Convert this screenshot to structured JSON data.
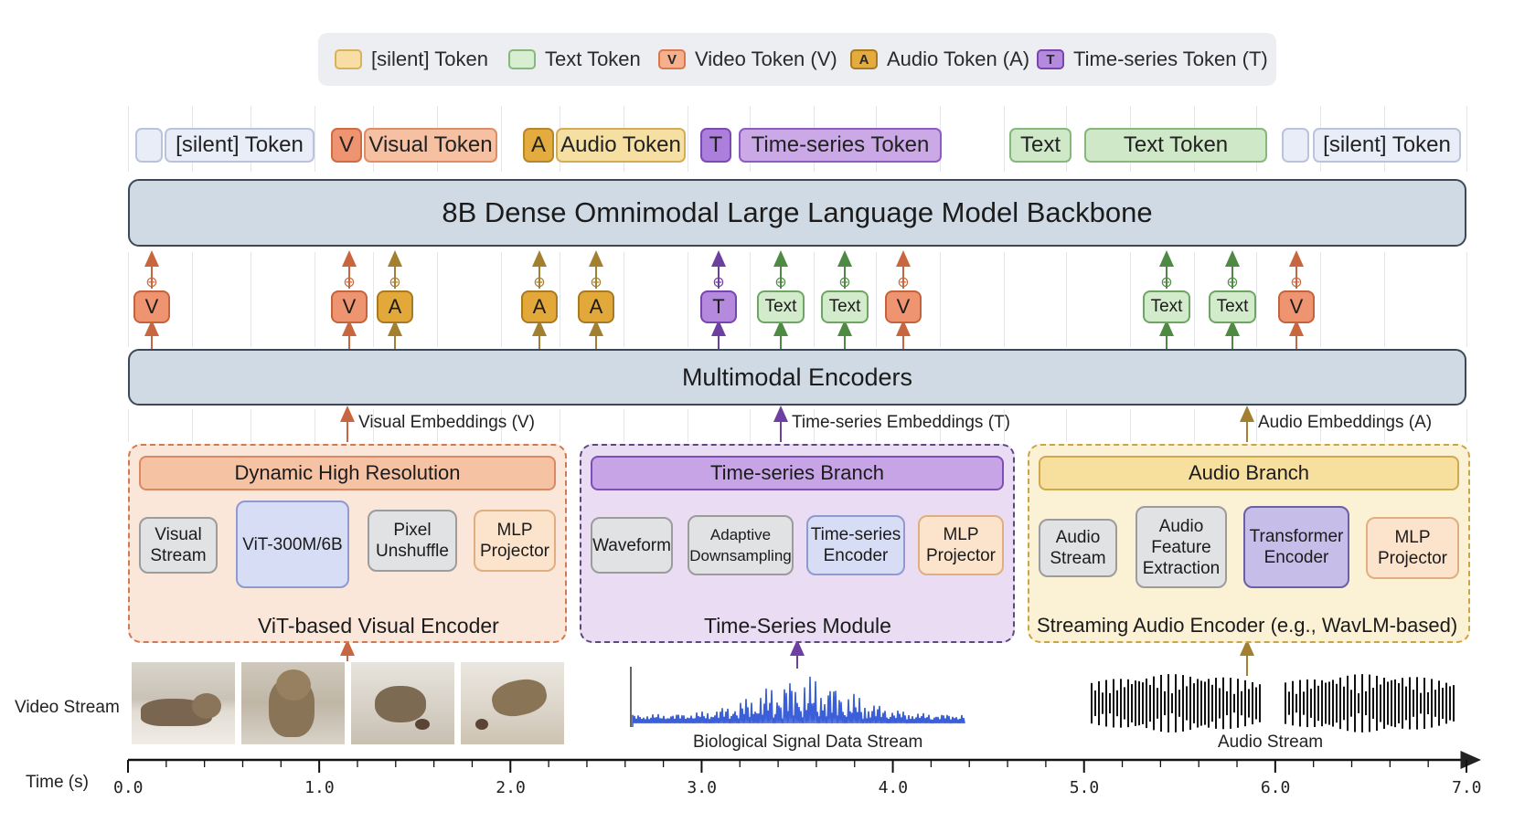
{
  "legend": {
    "silent": "[silent] Token",
    "text": "Text Token",
    "video_glyph": "V",
    "video": "Video Token (V)",
    "audio_glyph": "A",
    "audio": "Audio Token (A)",
    "ts_glyph": "T",
    "ts": "Time-series Token (T)"
  },
  "tokens_row": {
    "silent_label": "[silent] Token",
    "visual_glyph": "V",
    "visual_label": "Visual Token",
    "audio_glyph": "A",
    "audio_label": "Audio Token",
    "ts_glyph": "T",
    "ts_label": "Time-series Token",
    "text_small": "Text",
    "text_label": "Text Token",
    "silent_label_2": "[silent] Token"
  },
  "backbone": {
    "label": "8B Dense Omnimodal Large Language Model Backbone"
  },
  "mid_tokens": {
    "v": "V",
    "a": "A",
    "t": "T",
    "text": "Text",
    "sign_minus": "⊖",
    "sign_plus": "⊕"
  },
  "encoders": {
    "label": "Multimodal Encoders"
  },
  "embeddings": {
    "visual": "Visual Embeddings (V)",
    "ts": "Time-series Embeddings (T)",
    "audio": "Audio Embeddings (A)"
  },
  "visual_branch": {
    "header": "Dynamic High Resolution",
    "visual_stream": "Visual Stream",
    "vit": "ViT-300M/6B",
    "pixel_unshuffle": "Pixel Unshuffle",
    "mlp": "MLP Projector",
    "title": "ViT-based Visual Encoder"
  },
  "ts_branch": {
    "header": "Time-series Branch",
    "waveform": "Waveform",
    "adaptive": "Adaptive Downsampling",
    "encoder": "Time-series Encoder",
    "mlp": "MLP Projector",
    "title": "Time-Series Module"
  },
  "audio_branch": {
    "header": "Audio Branch",
    "audio_stream": "Audio Stream",
    "feature": "Audio Feature Extraction",
    "transformer": "Transformer Encoder",
    "mlp": "MLP Projector",
    "title": "Streaming Audio Encoder (e.g., WavLM-based)"
  },
  "streams": {
    "video": "Video Stream",
    "bio": "Biological Signal Data Stream",
    "audio": "Audio Stream"
  },
  "axis": {
    "label": "Time (s)",
    "ticks": [
      "0.0",
      "1.0",
      "2.0",
      "3.0",
      "4.0",
      "5.0",
      "6.0",
      "7.0"
    ]
  },
  "colors": {
    "visual": "#ef9470",
    "audio": "#e2a93a",
    "time_series": "#b489de",
    "text": "#d2ebcb",
    "silent": "#e9edf8",
    "bio_signal": "#3b5fd9"
  },
  "icons": [
    "cat-video-frames",
    "bio-signal-waveform",
    "audio-waveform"
  ]
}
